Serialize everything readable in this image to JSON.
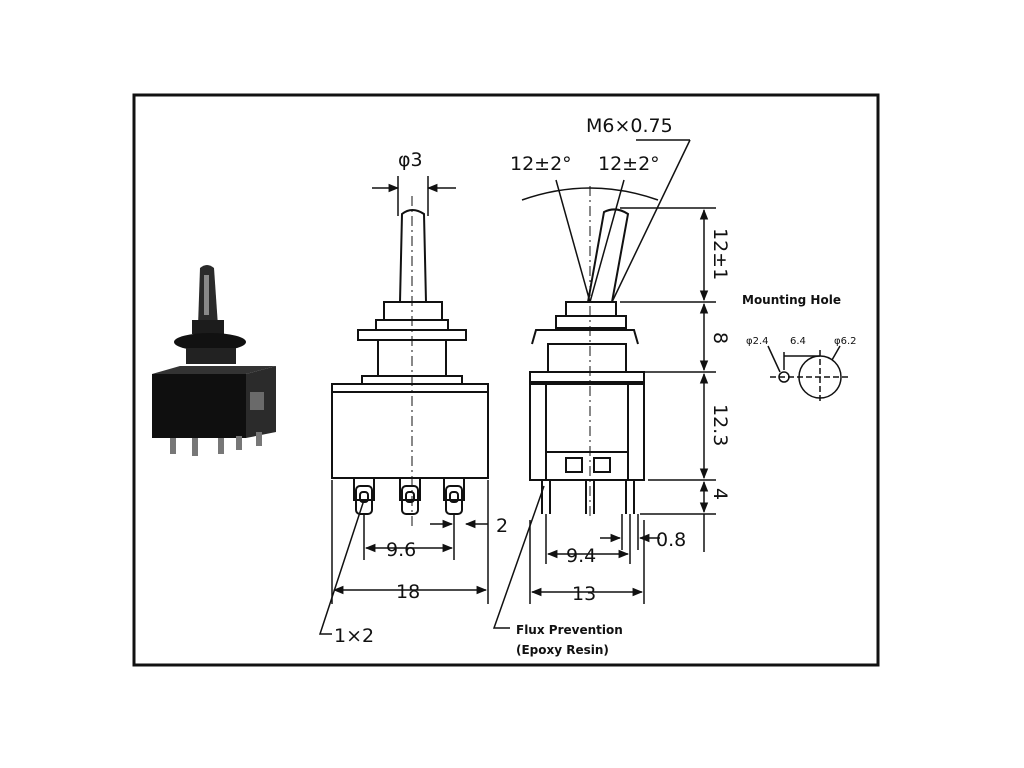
{
  "labels": {
    "shaft_diameter": "φ3",
    "thread": "M6×0.75",
    "angle_left": "12±2°",
    "angle_right": "12±2°",
    "lever_height": "12±1",
    "bushing_height": "8",
    "body_height": "12.3",
    "terminal_height": "4",
    "terminal_thickness": "0.8",
    "terminal_gap": "2",
    "front_pitch": "9.6",
    "front_width": "18",
    "side_pitch": "9.4",
    "side_width": "13",
    "terminal_hole": "1×2",
    "flux_line1": "Flux Prevention",
    "flux_line2": "(Epoxy Resin)",
    "mounting_title": "Mounting Hole",
    "mh_d1": "φ2.4",
    "mh_spacing": "6.4",
    "mh_d2": "φ6.2"
  },
  "colors": {
    "ink": "#111111",
    "background": "#ffffff",
    "switch_body": "#1a1a1a"
  },
  "icons": [
    "toggle-switch-photo"
  ]
}
